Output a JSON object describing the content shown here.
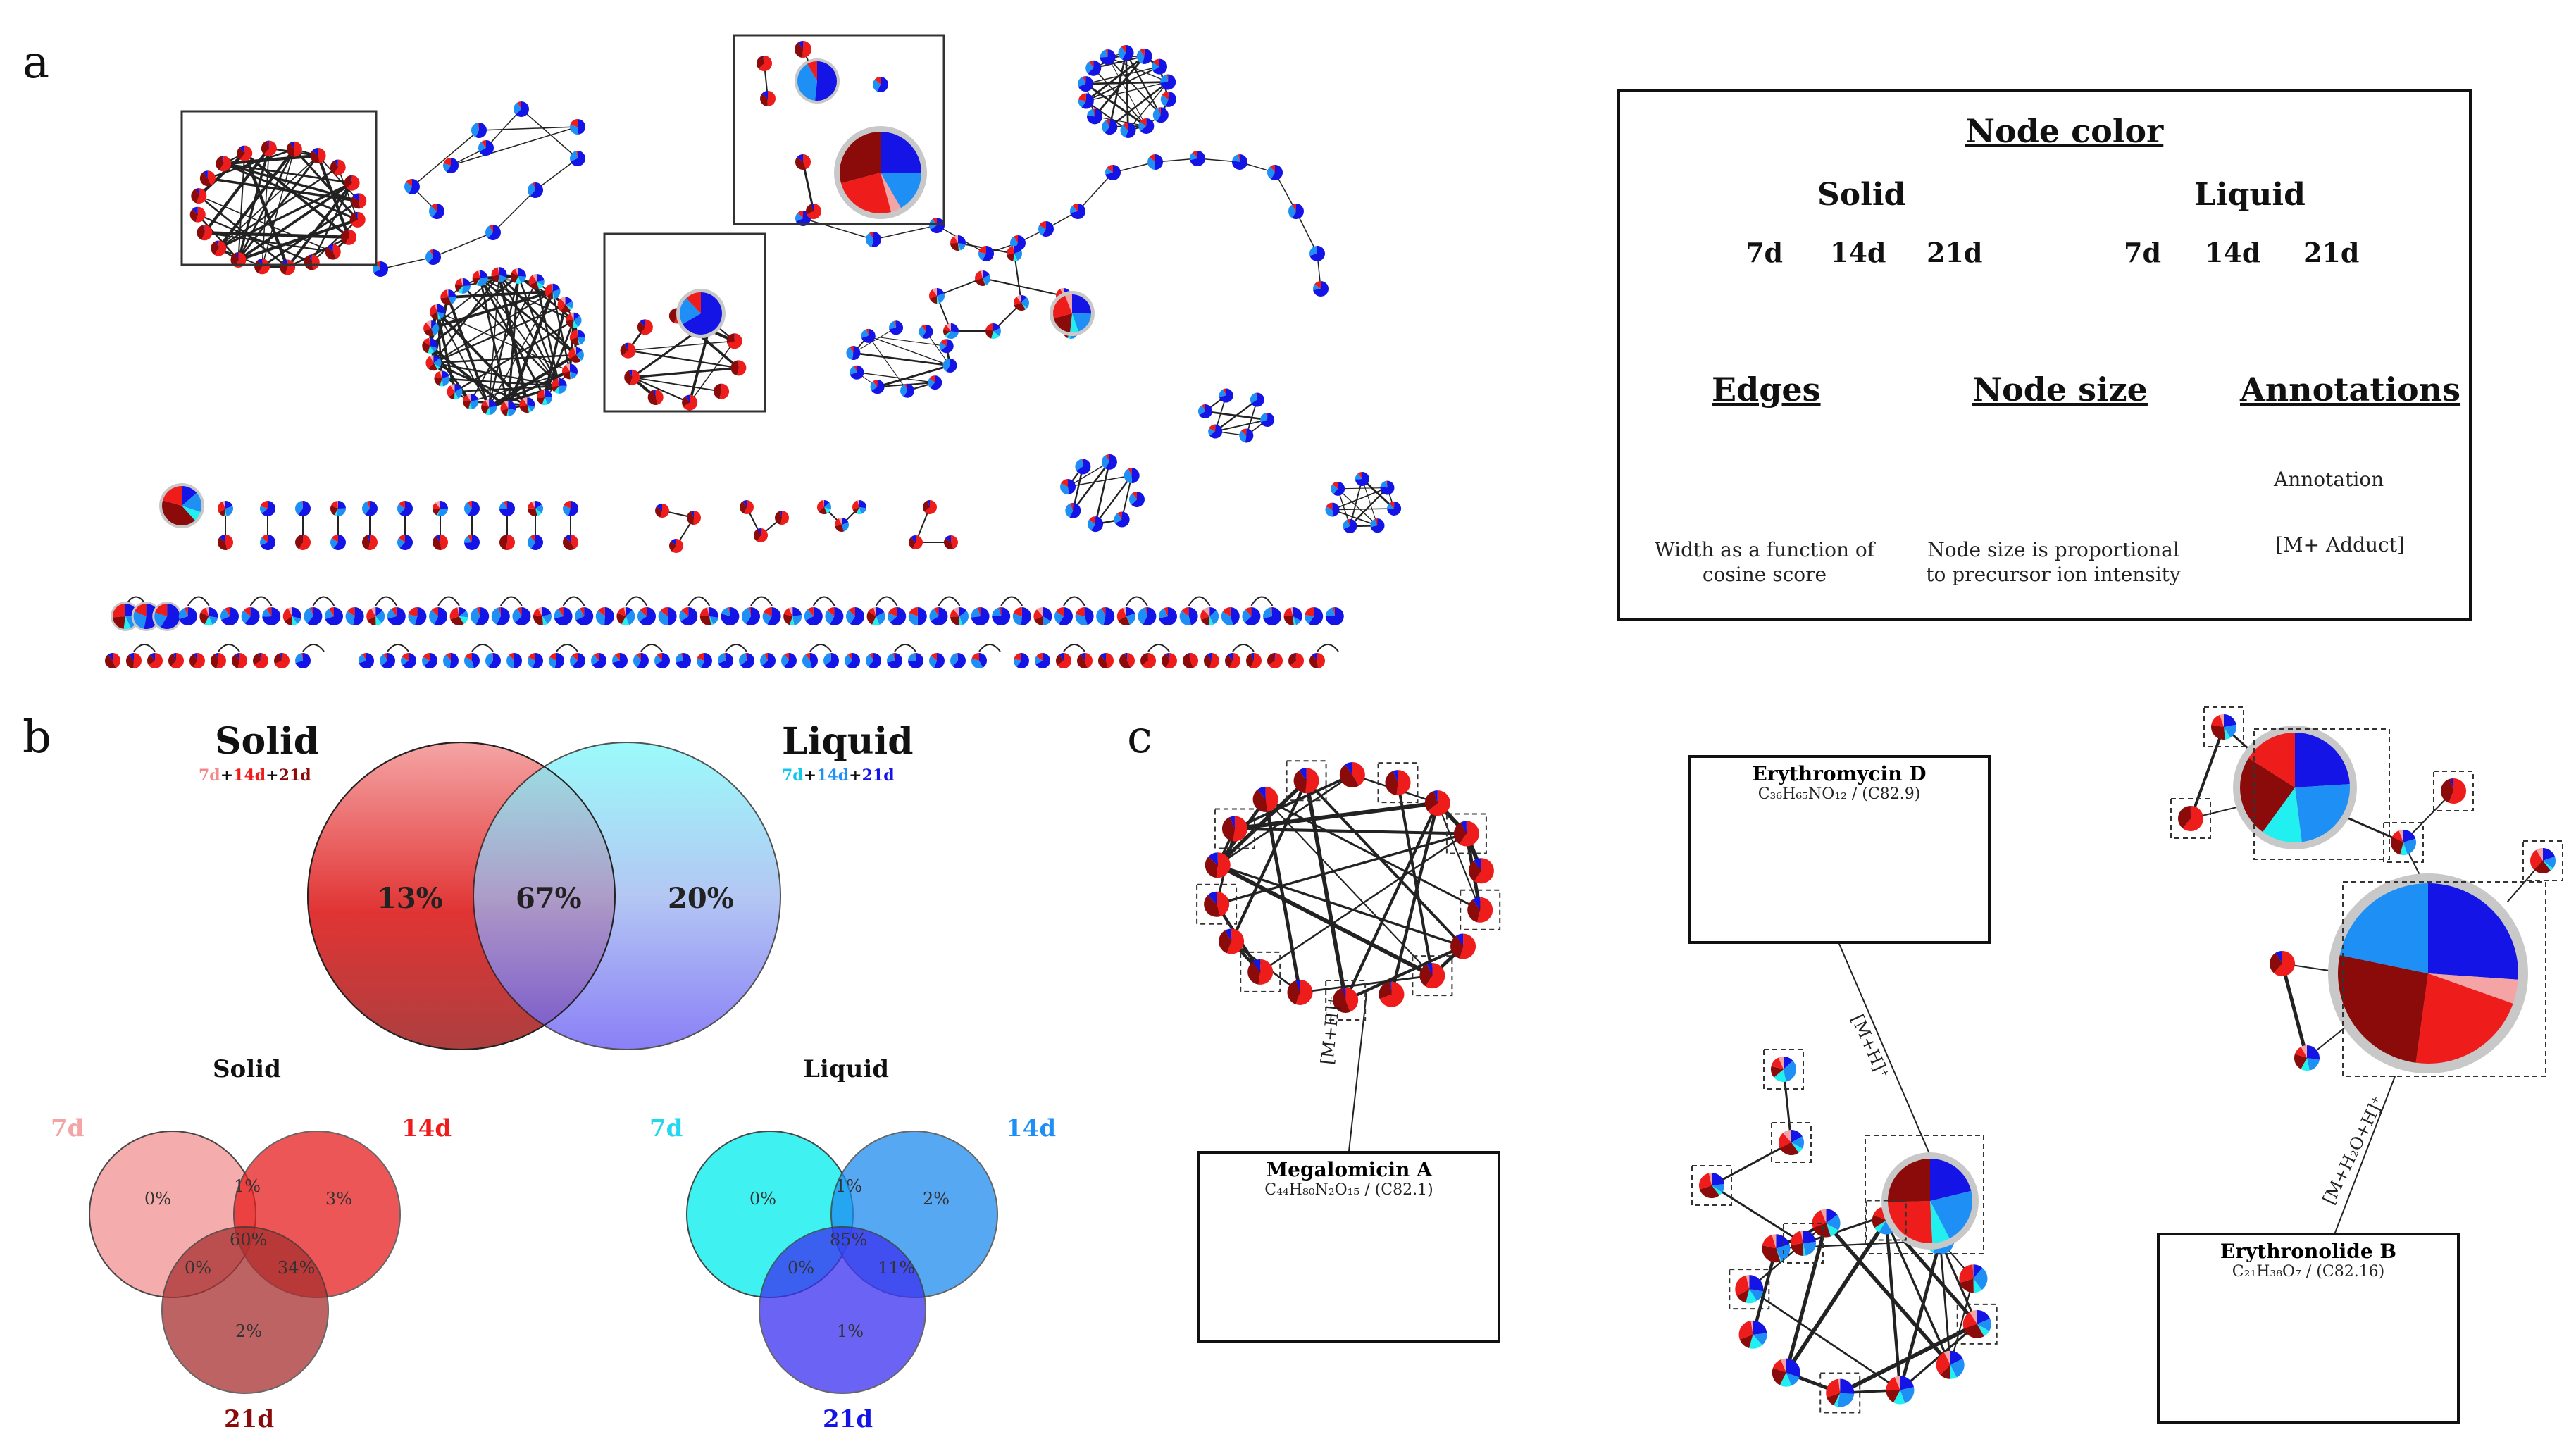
{
  "panels": {
    "a": "a",
    "b": "b",
    "c": "c"
  },
  "colors": {
    "solid_7d": "#f4a4a4",
    "solid_14d": "#ef1c1c",
    "solid_21d": "#8b0a0a",
    "liquid_7d": "#22f0f0",
    "liquid_14d": "#1e90f5",
    "liquid_21d": "#1414e6",
    "node_ring": "#c8c8c8",
    "edge": "#222222"
  },
  "legend": {
    "title": "Node color",
    "solid_label": "Solid",
    "liquid_label": "Liquid",
    "solid_days": [
      "7d",
      "14d",
      "21d"
    ],
    "liquid_days": [
      "7d",
      "14d",
      "21d"
    ],
    "edges_title": "Edges",
    "node_size_title": "Node size",
    "annotations_title": "Annotations",
    "edges_caption": "Width as a function of cosine score",
    "node_size_caption": "Node size is proportional to precursor ion intensity",
    "annotation_box_label": "Annotation",
    "adduct_label": "[M+ Adduct]"
  },
  "venn_main": {
    "solid_title": "Solid",
    "solid_sub": [
      "7d",
      "+",
      "14d",
      "+",
      "21d"
    ],
    "liquid_title": "Liquid",
    "liquid_sub": [
      "7d",
      "+",
      "14d",
      "+",
      "21d"
    ],
    "solid_only": "13%",
    "shared": "67%",
    "liquid_only": "20%"
  },
  "venn_solid": {
    "title": "Solid",
    "set_a": "7d",
    "set_b": "14d",
    "set_c": "21d",
    "a_only": "0%",
    "ab": "1%",
    "b_only": "3%",
    "ac": "0%",
    "abc": "60%",
    "bc": "34%",
    "c_only": "2%"
  },
  "venn_liquid": {
    "title": "Liquid",
    "set_a": "7d",
    "set_b": "14d",
    "set_c": "21d",
    "a_only": "0%",
    "ab": "1%",
    "b_only": "2%",
    "ac": "0%",
    "abc": "85%",
    "bc": "11%",
    "c_only": "1%"
  },
  "annotations": {
    "megalomicin": {
      "name": "Megalomicin A",
      "formula": "C₄₄H₈₀N₂O₁₅ / (C82.1)",
      "adduct": "[M+H]⁺"
    },
    "erythromycin": {
      "name": "Erythromycin D",
      "formula": "C₃₆H₆₅NO₁₂ / (C82.9)",
      "adduct": "[M+H]⁺"
    },
    "erythronolide": {
      "name": "Erythronolide B",
      "formula": "C₂₁H₃₈O₇ / (C82.16)",
      "adduct": "[M+H₂O+H]⁺"
    }
  }
}
